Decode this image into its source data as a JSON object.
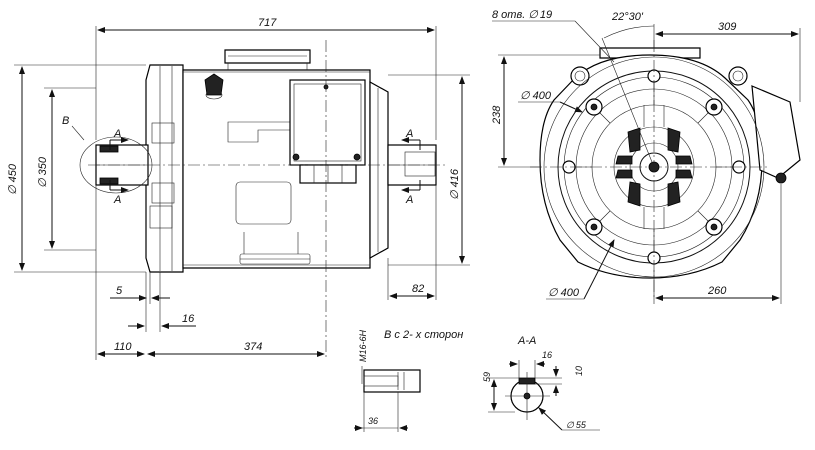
{
  "dims": {
    "overall_length": "717",
    "diam_450": "450",
    "diam_350": "350",
    "diam_416": "416",
    "dim_5": "5",
    "dim_16": "16",
    "dim_110": "110",
    "dim_374": "374",
    "dim_82": "82",
    "holes": "8 отв.",
    "holes_diam": "19",
    "angle": "22°30'",
    "dim_309": "309",
    "dim_238": "238",
    "diam_400_top": "400",
    "diam_400_bottom": "400",
    "dim_260": "260",
    "view_b_label": "B",
    "section_a_top": "A",
    "section_a_bottom": "A",
    "section_a_right_top": "A",
    "section_a_right_bottom": "A"
  },
  "detail_b": {
    "title": "B  с 2- х сторон",
    "thread": "M16-6H",
    "dim_36": "36"
  },
  "section_aa": {
    "title": "A-A",
    "dim_16": "16",
    "dim_59": "59",
    "dim_10": "10",
    "diam_55": "55"
  },
  "symbols": {
    "diameter": "∅"
  }
}
